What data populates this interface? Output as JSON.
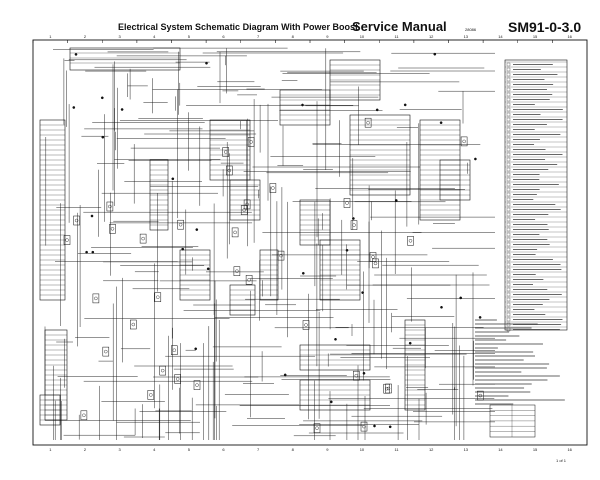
{
  "header": {
    "title": "Electrical System Schematic Diagram With Power Boost",
    "manual": "Service Manual",
    "code": "28086",
    "doc_number": "SM91-0-3.0"
  },
  "footer": {
    "sheet": "1 of 1"
  },
  "grid": {
    "columns": [
      "1",
      "2",
      "3",
      "4",
      "5",
      "6",
      "7",
      "8",
      "9",
      "10",
      "11",
      "12",
      "13",
      "14",
      "15",
      "16"
    ]
  },
  "colors": {
    "paper": "#ffffff",
    "ink": "#111111"
  }
}
